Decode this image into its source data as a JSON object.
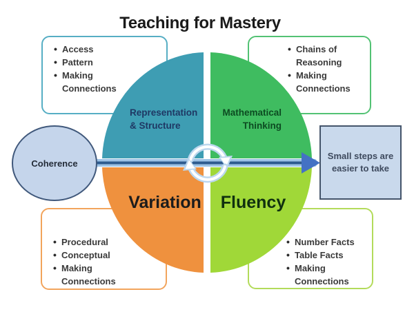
{
  "title": "Teaching for Mastery",
  "center": {
    "quadrants": {
      "top_left": {
        "line1": "Representation",
        "line2": "& Structure"
      },
      "top_right": {
        "line1": "Mathematical",
        "line2": "Thinking"
      },
      "bottom_left": {
        "label": "Variation"
      },
      "bottom_right": {
        "label": "Fluency"
      }
    },
    "cycle_icon": "circular-arrows"
  },
  "left_node": {
    "label": "Coherence"
  },
  "right_node": {
    "line1": "Small steps are",
    "line2": "easier to take"
  },
  "callouts": {
    "top_left": {
      "items": [
        "Access",
        "Pattern",
        "Making Connections"
      ]
    },
    "top_right": {
      "items": [
        "Chains of Reasoning",
        "Making Connections"
      ]
    },
    "bottom_left": {
      "items": [
        "Procedural",
        "Conceptual",
        "Making Connections"
      ]
    },
    "bottom_right": {
      "items": [
        "Number Facts",
        "Table Facts",
        "Making Connections"
      ]
    }
  },
  "colors": {
    "teal": "#3E9DB3",
    "green": "#3FBC60",
    "orange": "#EF913E",
    "lime": "#A0D838",
    "band": "#9DC3E6",
    "band_core": "#2E5B8F",
    "arrowhead": "#4472C4",
    "tl_border": "#56AEC4",
    "tr_border": "#52C273",
    "bl_border": "#F2A45C",
    "br_border": "#B3DB5A",
    "coherence_fill": "#C5D5EB",
    "coherence_border": "#40587B",
    "steps_fill": "#C9D9EC",
    "steps_border": "#44546A",
    "title_color": "#1A1A1A",
    "bullet_color": "#3A3A3A",
    "rep_text": "#1F3864",
    "math_text": "#0C4B21",
    "variation_text": "#1C1C1C",
    "fluency_text": "#10300F",
    "cycle_pale": "#BCD7EE"
  }
}
